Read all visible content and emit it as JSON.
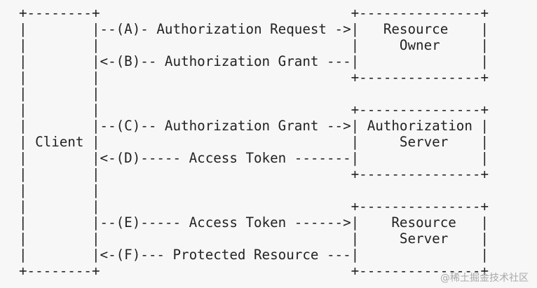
{
  "diagram": {
    "lines": [
      "+--------+                               +---------------+",
      "|        |--(A)- Authorization Request ->|   Resource    |",
      "|        |                               |     Owner     |",
      "|        |<-(B)-- Authorization Grant ---|               |",
      "|        |                               +---------------+",
      "|        |",
      "|        |                               +---------------+",
      "|        |--(C)-- Authorization Grant -->| Authorization |",
      "| Client |                               |     Server    |",
      "|        |<-(D)----- Access Token -------|               |",
      "|        |                               +---------------+",
      "|        |",
      "|        |                               +---------------+",
      "|        |--(E)----- Access Token ------>|    Resource   |",
      "|        |                               |     Server    |",
      "|        |<-(F)--- Protected Resource ---|               |",
      "+--------+                               +---------------+"
    ]
  },
  "watermark": {
    "text": "@稀土掘金技术社区"
  }
}
